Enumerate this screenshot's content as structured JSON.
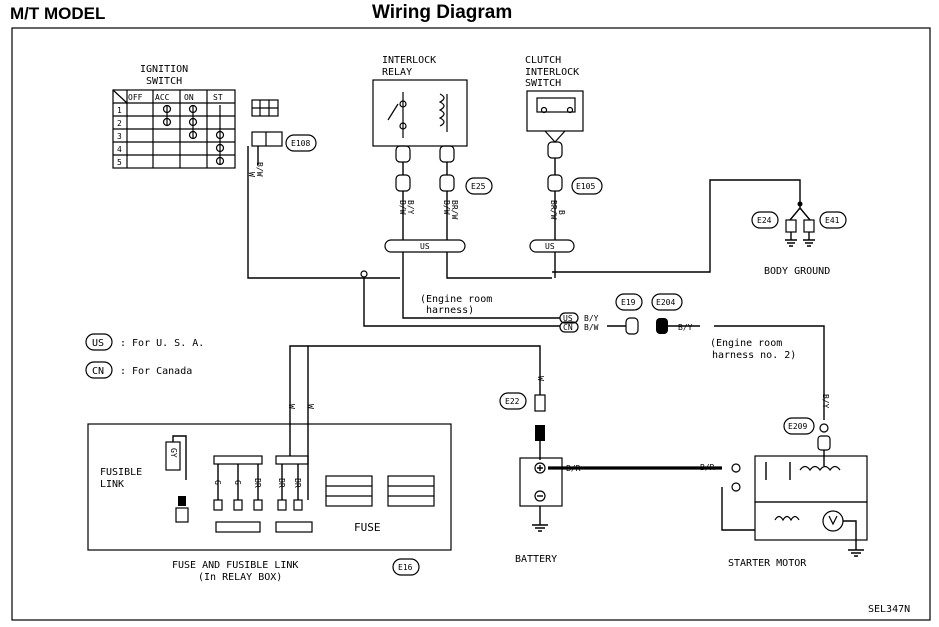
{
  "header": {
    "model": "M/T MODEL",
    "title": "Wiring Diagram"
  },
  "ignition_switch": {
    "label_line1": "IGNITION",
    "label_line2": "SWITCH",
    "columns": [
      "OFF",
      "ACC",
      "ON",
      "ST"
    ],
    "rows": [
      "1",
      "2",
      "3",
      "4",
      "5"
    ]
  },
  "interlock_relay": {
    "label_line1": "INTERLOCK",
    "label_line2": "RELAY"
  },
  "clutch_switch": {
    "label_line1": "CLUTCH",
    "label_line2": "INTERLOCK",
    "label_line3": "SWITCH"
  },
  "connectors": {
    "e108": "E108",
    "e25": "E25",
    "e105": "E105",
    "e24": "E24",
    "e41": "E41",
    "e19": "E19",
    "e204": "E204",
    "e22": "E22",
    "e209": "E209",
    "e16": "E16"
  },
  "wire_labels": {
    "w": "W",
    "bw": "B/W",
    "by": "B/Y",
    "brw": "BR/W",
    "b": "B",
    "br": "BR",
    "g": "G",
    "gy": "GY",
    "br_r": "B/R"
  },
  "harness_badges": {
    "us": "US",
    "cn": "CN"
  },
  "notes": {
    "engine_room_1": "(Engine room",
    "engine_room_2": "harness)",
    "engine_room_no2_1": "(Engine room",
    "engine_room_no2_2": "harness no. 2)"
  },
  "legend": {
    "us_text": ": For U. S. A.",
    "cn_text": ": For Canada"
  },
  "components": {
    "body_ground": "BODY GROUND",
    "fusible_link_1": "FUSIBLE",
    "fusible_link_2": "LINK",
    "fuse": "FUSE",
    "fuse_box_1": "FUSE AND FUSIBLE LINK",
    "fuse_box_2": "(In RELAY BOX)",
    "battery": "BATTERY",
    "starter_motor": "STARTER MOTOR",
    "code": "SEL347N"
  }
}
